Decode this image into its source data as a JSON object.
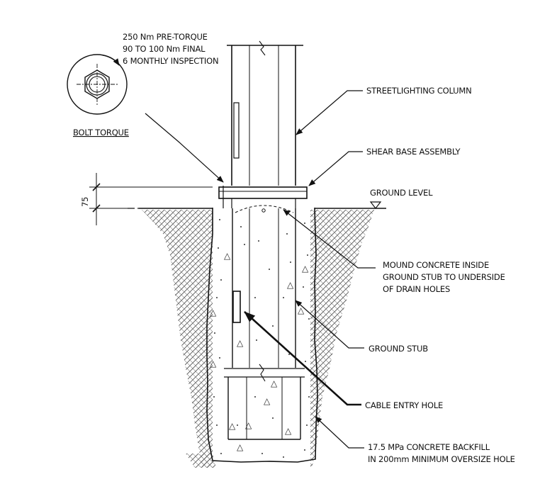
{
  "bolt_torque": {
    "line1": "250 Nm PRE-TORQUE",
    "line2": "90 TO 100 Nm FINAL",
    "line3": "6 MONTHLY INSPECTION",
    "caption": "BOLT TORQUE"
  },
  "labels": {
    "streetlighting_column": "STREETLIGHTING COLUMN",
    "shear_base": "SHEAR BASE ASSEMBLY",
    "ground_level": "GROUND LEVEL",
    "mound_line1": "MOUND CONCRETE INSIDE",
    "mound_line2": "GROUND STUB TO UNDERSIDE",
    "mound_line3": "OF DRAIN HOLES",
    "ground_stub": "GROUND STUB",
    "cable_entry": "CABLE ENTRY HOLE",
    "backfill_line1": "17.5 MPa CONCRETE BACKFILL",
    "backfill_line2": "IN 200mm MINIMUM OVERSIZE HOLE"
  },
  "dimension": {
    "value": "75"
  }
}
